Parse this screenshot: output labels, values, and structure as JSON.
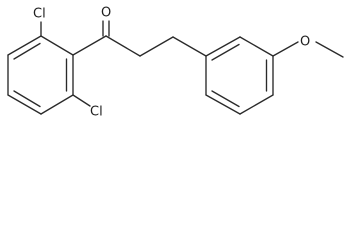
{
  "molecule": {
    "atom_labels": {
      "cl_top": "Cl",
      "cl_bottom": "Cl",
      "carbonyl_oxygen": "O",
      "methoxy_oxygen": "O"
    }
  }
}
